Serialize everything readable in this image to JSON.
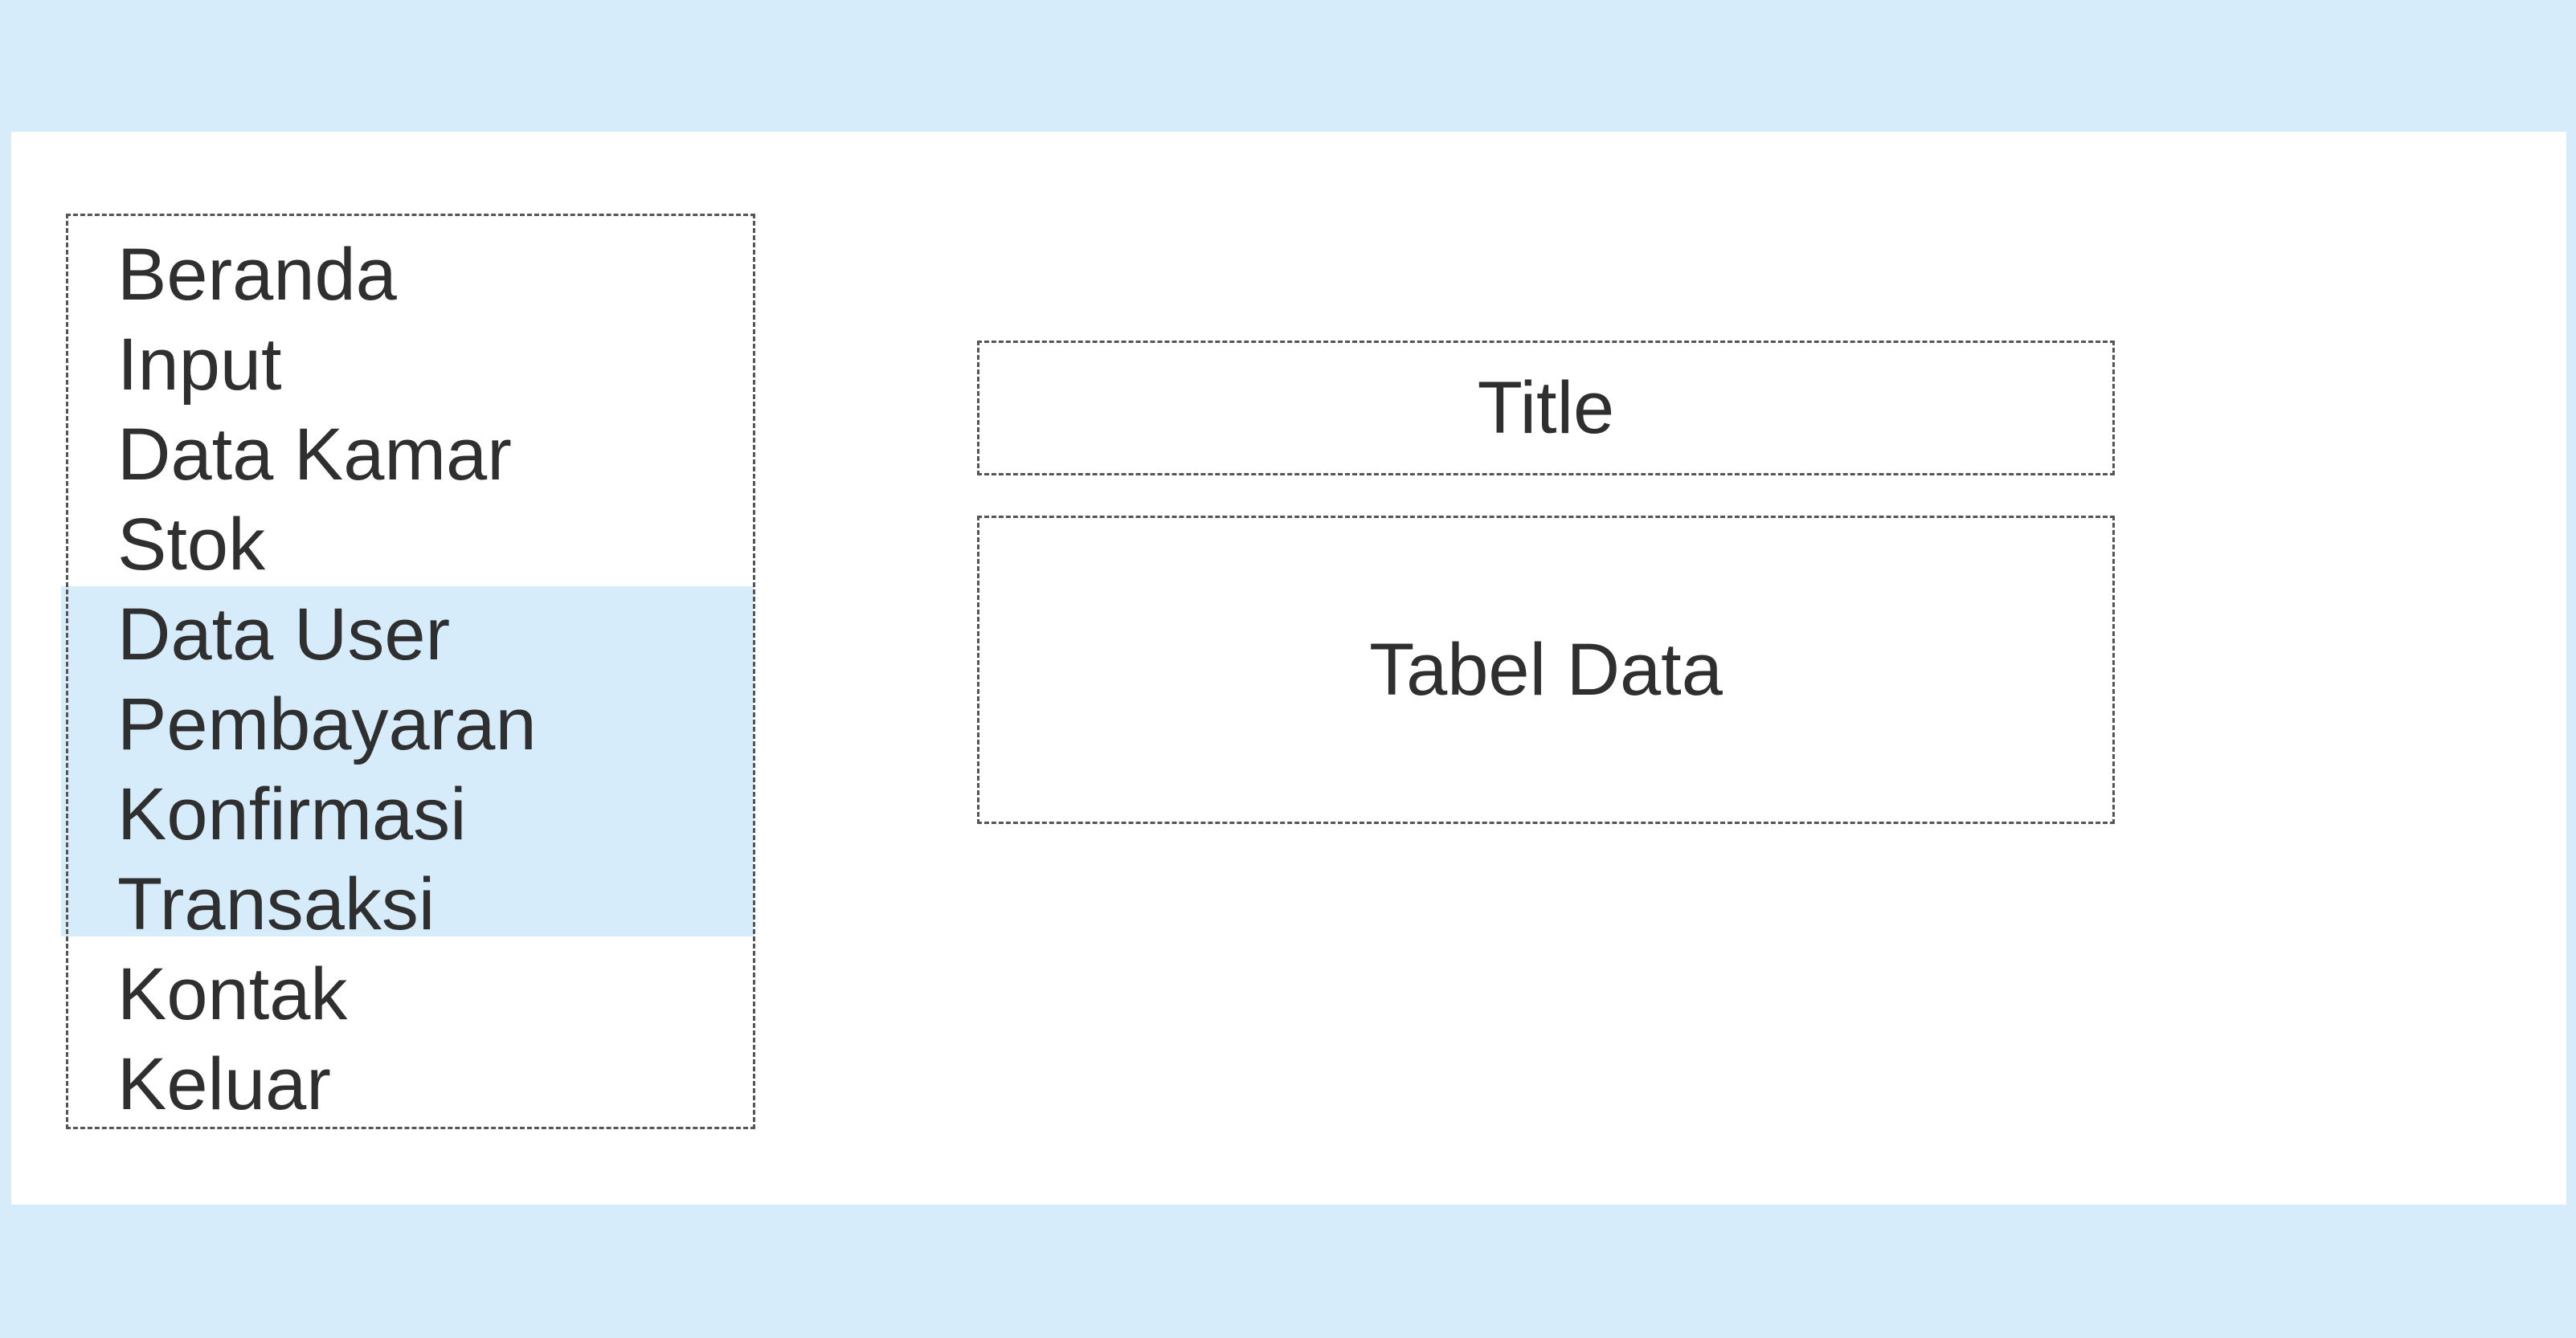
{
  "sidebar": {
    "items": [
      {
        "label": "Beranda"
      },
      {
        "label": "Input"
      },
      {
        "label": "Data Kamar"
      },
      {
        "label": "Stok"
      },
      {
        "label": "Data User"
      },
      {
        "label": "Pembayaran"
      },
      {
        "label": "Konfirmasi"
      },
      {
        "label": "Transaksi"
      },
      {
        "label": "Kontak"
      },
      {
        "label": "Keluar"
      }
    ]
  },
  "main": {
    "title": "Title",
    "table_placeholder": "Tabel Data"
  },
  "colors": {
    "background": "#d6ecfa",
    "highlight": "#d6ecfa",
    "content": "#ffffff",
    "text": "#2f2f2f",
    "border": "#555555"
  }
}
